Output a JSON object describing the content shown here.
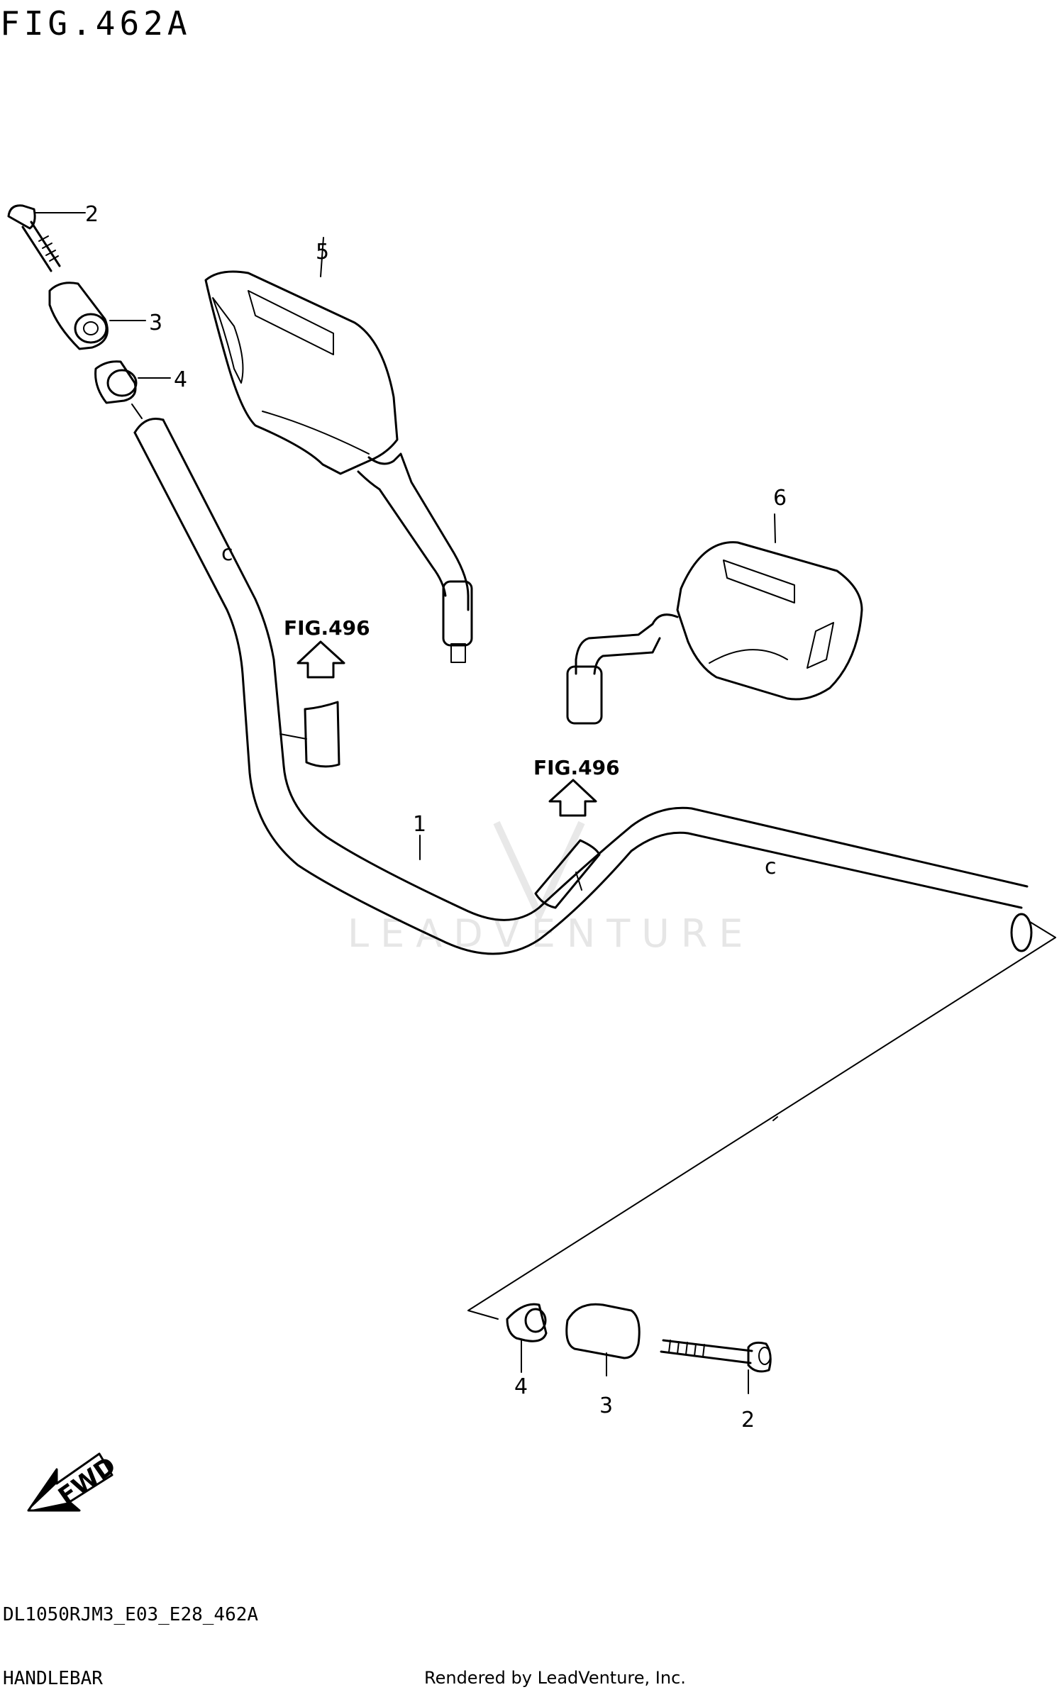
{
  "figure": {
    "title": "FIG.462A",
    "code": "DL1050RJM3_E03_E28_462A",
    "name": "HANDLEBAR",
    "rendered_by": "Rendered by LeadVenture, Inc.",
    "watermark": "LEADVENTURE"
  },
  "callouts": {
    "handlebar": "1",
    "bolt_left": "2",
    "weight_left": "3",
    "spacer_left": "4",
    "mirror_left": "5",
    "mirror_right": "6",
    "spacer_right": "4",
    "weight_right": "3",
    "bolt_right": "2"
  },
  "references": {
    "left": "FIG.496",
    "right": "FIG.496"
  },
  "direction_label": "FWD",
  "mark_c": "c"
}
